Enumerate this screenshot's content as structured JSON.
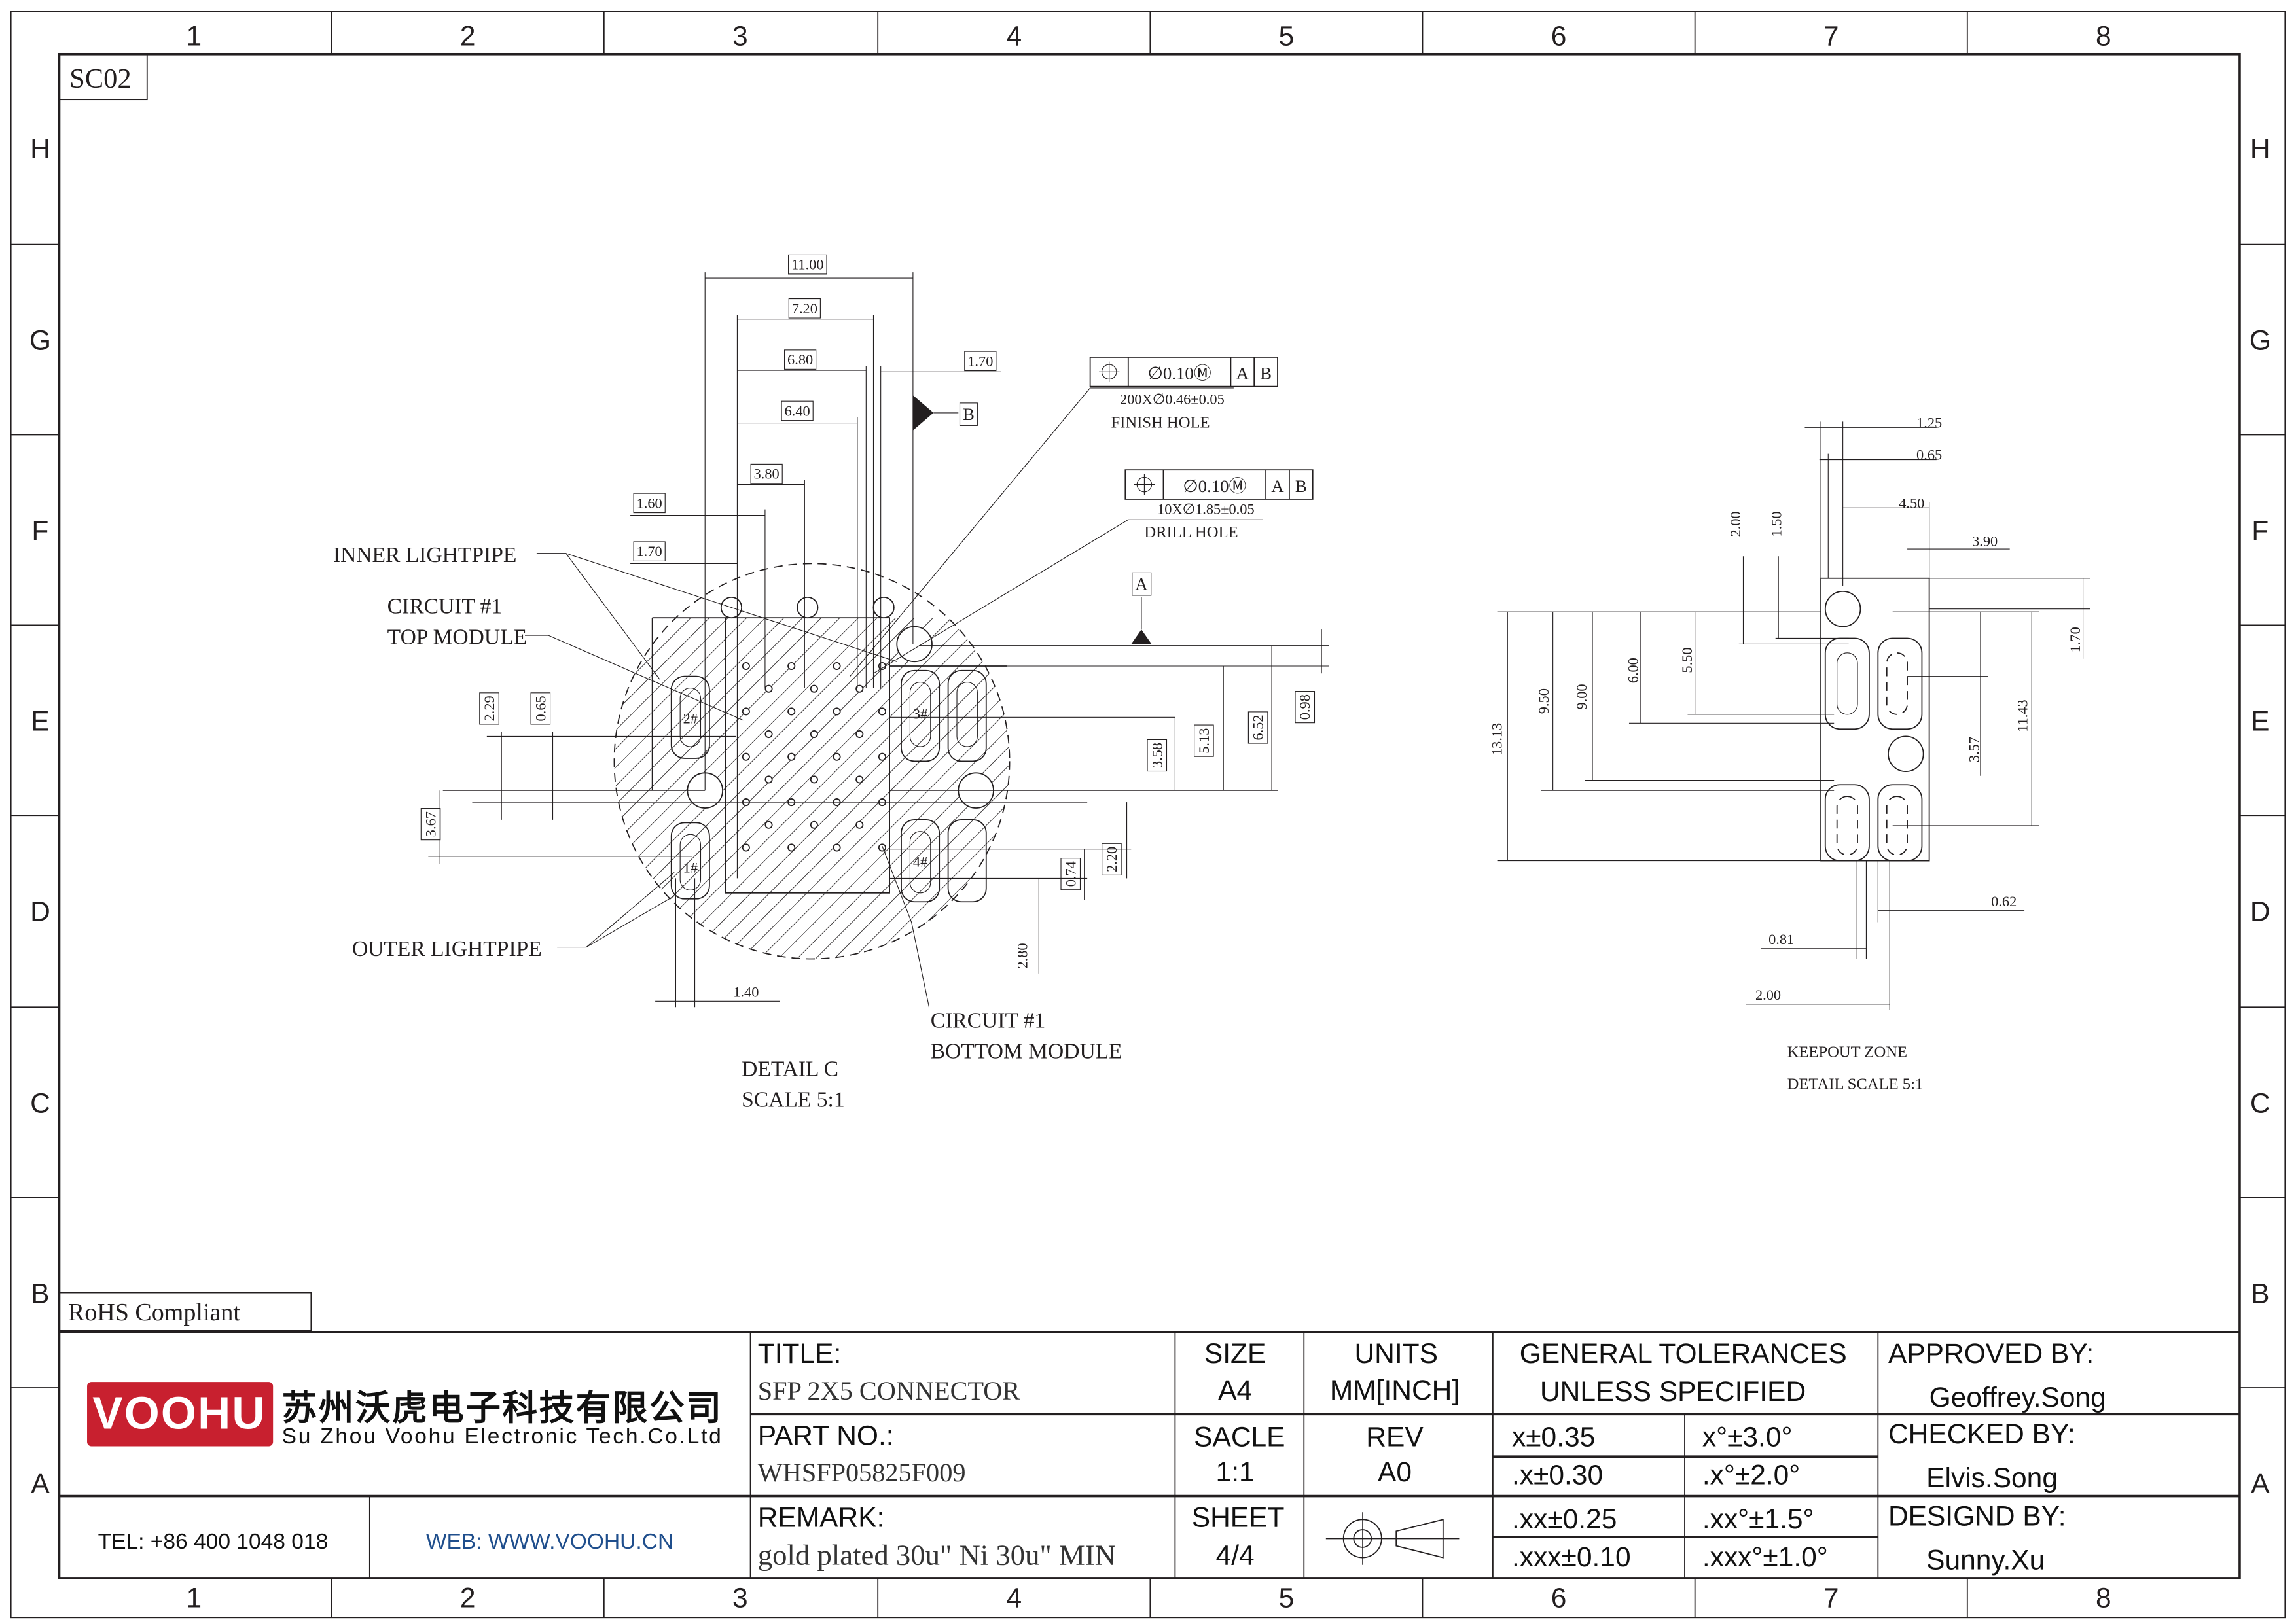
{
  "frame": {
    "columns": [
      "1",
      "2",
      "3",
      "4",
      "5",
      "6",
      "7",
      "8"
    ],
    "rows": [
      "H",
      "G",
      "F",
      "E",
      "D",
      "C",
      "B",
      "A"
    ],
    "sheet_code": "SC02",
    "rohs": "RoHS  Compliant"
  },
  "detail_c": {
    "dims": [
      "11.00",
      "7.20",
      "6.80",
      "6.40",
      "3.80",
      "1.60",
      "1.70",
      "1.70",
      "2.29",
      "0.65",
      "3.67",
      "3.58",
      "5.13",
      "6.52",
      "0.98",
      "0.74",
      "2.20",
      "2.80",
      "1.40"
    ],
    "datum_a": "A",
    "datum_b": "B",
    "fcf1": {
      "tol": "∅0.10Ⓜ",
      "ref1": "A",
      "ref2": "B",
      "note": "200X∅0.46±0.05",
      "label": "FINISH HOLE"
    },
    "fcf2": {
      "tol": "∅0.10Ⓜ",
      "ref1": "A",
      "ref2": "B",
      "note": "10X∅1.85±0.05",
      "label": "DRILL HOLE"
    },
    "labels": {
      "inner_lightpipe": "INNER LIGHTPIPE",
      "circuit_top_1": "CIRCUIT #1",
      "circuit_top_2": "TOP MODULE",
      "outer_lightpipe": "OUTER LIGHTPIPE",
      "circuit_bottom_1": "CIRCUIT #1",
      "circuit_bottom_2": "BOTTOM MODULE",
      "slot1": "1#",
      "slot2": "2#",
      "slot3": "3#",
      "slot4": "4#"
    },
    "title": "DETAIL C",
    "scale": "SCALE 5:1"
  },
  "keepout": {
    "dims": [
      "1.25",
      "0.65",
      "4.50",
      "3.90",
      "2.00",
      "1.50",
      "1.70",
      "13.13",
      "9.50",
      "9.00",
      "6.00",
      "5.50",
      "11.43",
      "3.57",
      "0.62",
      "0.81",
      "2.00"
    ],
    "title": "KEEPOUT ZONE",
    "scale": "DETAIL SCALE 5:1"
  },
  "title_block": {
    "company_logo": "VOOHU",
    "company_cn": "苏州沃虎电子科技有限公司",
    "company_en": "Su Zhou Voohu Electronic Tech.Co.Ltd",
    "tel": "TEL: +86 400 1048 018",
    "web": "WEB: WWW.VOOHU.CN",
    "title_label": "TITLE:",
    "title_value": "SFP  2X5  CONNECTOR",
    "part_label": "PART NO.:",
    "part_value": "WHSFP05825F009",
    "remark_label": "REMARK:",
    "remark_value": "gold plated 30u\" Ni 30u\" MIN",
    "size_label": "SIZE",
    "size_value": "A4",
    "scale_label": "SACLE",
    "scale_value": "1:1",
    "sheet_label": "SHEET",
    "sheet_value": "4/4",
    "units_label": "UNITS",
    "units_value": "MM[INCH]",
    "rev_label": "REV",
    "rev_value": "A0",
    "tol_title_1": "GENERAL TOLERANCES",
    "tol_title_2": "UNLESS SPECIFIED",
    "tolerances": [
      [
        "x±0.35",
        "x°±3.0°"
      ],
      [
        ".x±0.30",
        ".x°±2.0°"
      ],
      [
        ".xx±0.25",
        ".xx°±1.5°"
      ],
      [
        ".xxx±0.10",
        ".xxx°±1.0°"
      ]
    ],
    "approved_label": "APPROVED BY:",
    "approved_value": "Geoffrey.Song",
    "checked_label": "CHECKED BY:",
    "checked_value": "Elvis.Song",
    "designed_label": "DESIGND BY:",
    "designed_value": "Sunny.Xu"
  },
  "colors": {
    "logo_red": "#c8202f",
    "web_blue": "#1f4e8c",
    "line": "#231f20"
  }
}
